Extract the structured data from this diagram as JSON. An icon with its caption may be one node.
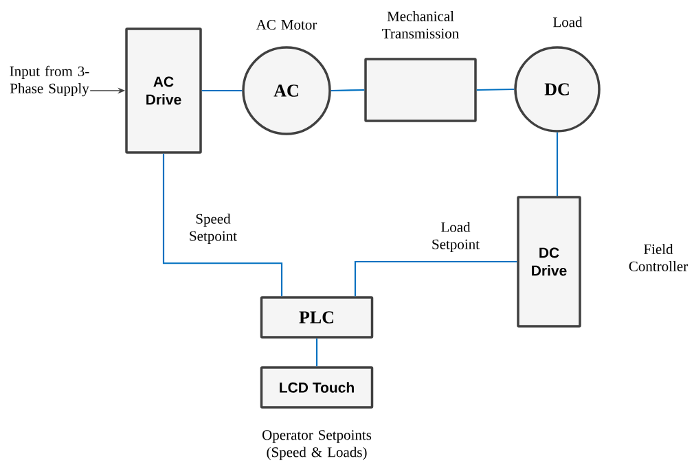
{
  "diagram": {
    "nodes": [
      {
        "text": [
          "AC Drive"
        ]
      },
      {
        "text": [
          "AC"
        ],
        "beside": [
          "AC Motor"
        ]
      },
      {
        "text": [],
        "shape": "box",
        "beside": [
          "Mechanical Transmission"
        ]
      },
      {
        "text": [
          "DC"
        ],
        "beside": [
          "Load"
        ]
      },
      {
        "text": [
          "DC Drive"
        ],
        "beside": [
          "Field Controller"
        ]
      },
      {
        "text": [
          "PLC"
        ]
      },
      {
        "text": [
          "LCD Touch"
        ],
        "beside": [
          "Operator Setpoints (Speed & Loads)"
        ]
      },
      {
        "text": [
          "Input from 3- Phase Supply"
        ]
      }
    ],
    "edges": [
      {
        "from": 7,
        "to": 0,
        "arrow": "to",
        "color": "#404040"
      },
      {
        "from": 0,
        "to": 1,
        "arrow": "none"
      },
      {
        "from": 1,
        "to": 2,
        "arrow": "none"
      },
      {
        "from": 2,
        "to": 3,
        "arrow": "none"
      },
      {
        "from": 3,
        "to": 4,
        "arrow": "none"
      },
      {
        "from": 0,
        "to": 5,
        "arrow": "none",
        "label": "Speed Setpoint"
      },
      {
        "from": 4,
        "to": 5,
        "arrow": "none",
        "label": "Load Setpoint"
      },
      {
        "from": 5,
        "to": 6,
        "arrow": "none"
      }
    ]
  }
}
